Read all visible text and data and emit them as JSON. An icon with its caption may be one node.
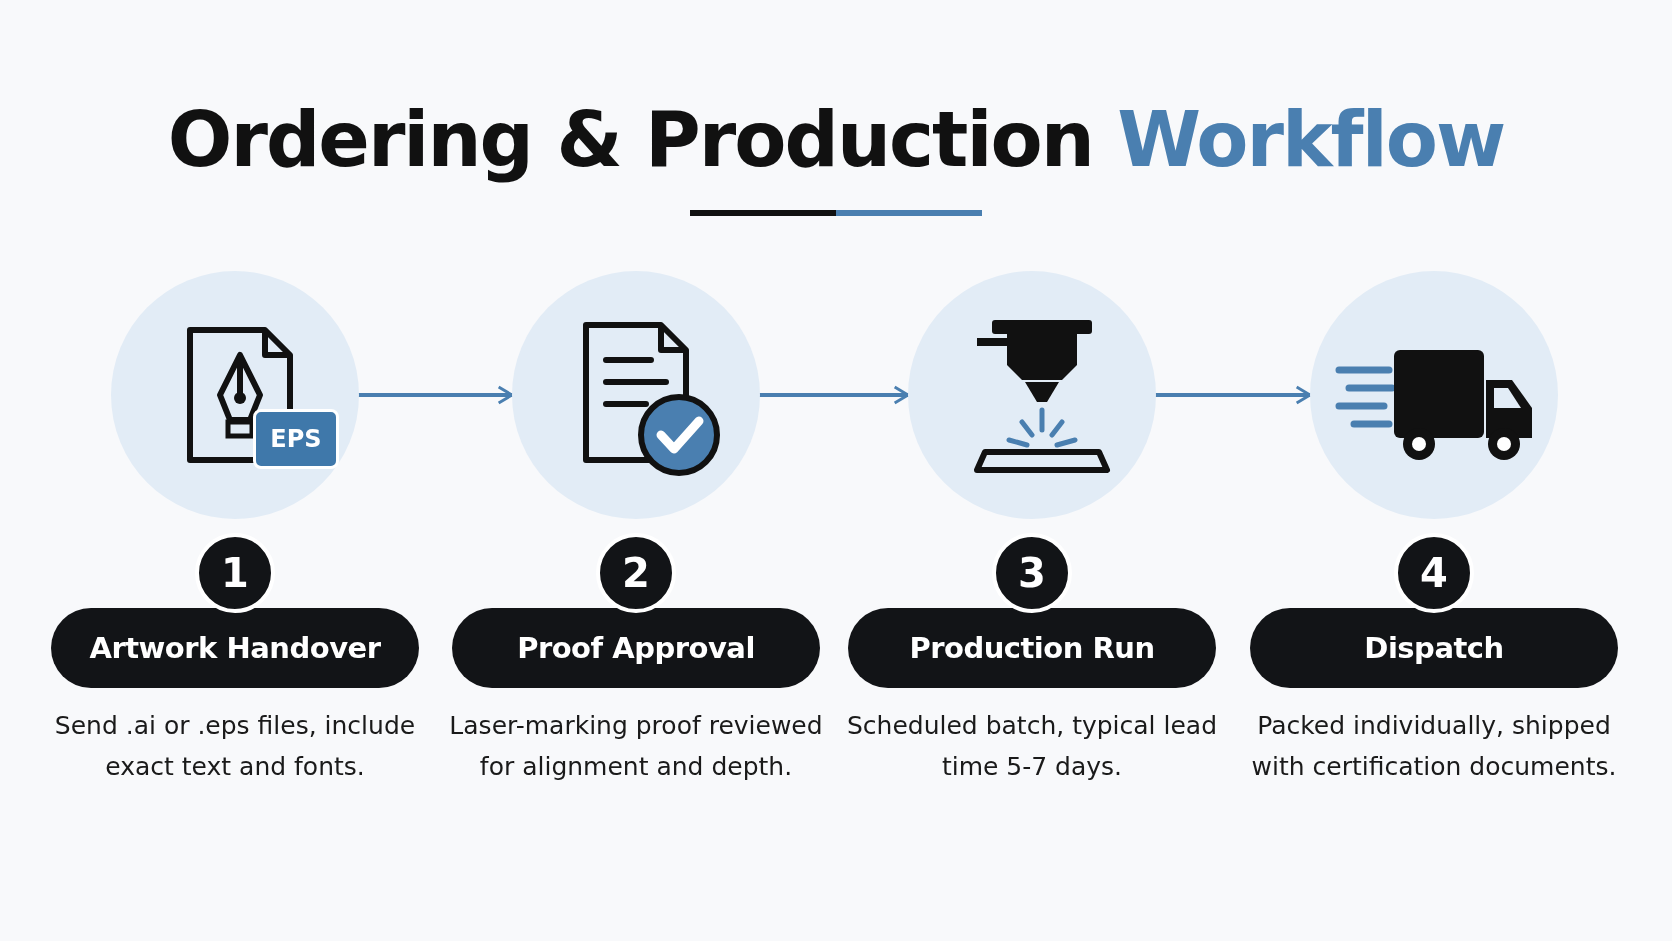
{
  "diagram": {
    "title": "Ordering & Production Workflow",
    "nodes": [
      {
        "text": [],
        "shape": "circle"
      },
      {
        "text": [],
        "shape": "circle"
      },
      {
        "text": [],
        "shape": "circle"
      },
      {
        "text": [],
        "shape": "circle"
      },
      {
        "text": [
          "Artwork Handover"
        ],
        "beside": [
          "Send .ai or .eps files, include exact text and fonts."
        ]
      },
      {
        "text": [
          "Proof Approval"
        ],
        "beside": [
          "Laser-marking proof reviewed for alignment and depth."
        ]
      },
      {
        "text": [
          "Production Run"
        ],
        "beside": [
          "Scheduled batch, typical lead time 5-7 days."
        ]
      },
      {
        "text": [
          "Dispatch"
        ],
        "beside": [
          "Packed individually, shipped with certification documents."
        ]
      }
    ],
    "edges": [
      {
        "from": 0,
        "to": 1,
        "arrow": "to"
      },
      {
        "from": 1,
        "to": 2,
        "arrow": "to"
      },
      {
        "from": 2,
        "to": 3,
        "arrow": "to"
      }
    ],
    "labels": [
      "EPS",
      "1",
      "2",
      "3",
      "4"
    ]
  }
}
